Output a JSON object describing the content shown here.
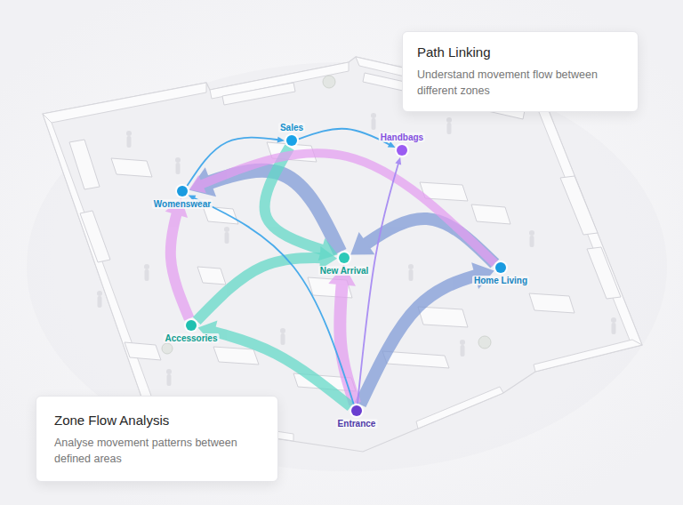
{
  "diagram": {
    "nodes": [
      {
        "text": [
          "Path Linking",
          "Understand movement flow between different zones"
        ]
      },
      {
        "text": [
          "Sales"
        ]
      },
      {
        "text": [
          "Handbags"
        ]
      },
      {
        "text": [
          "Womenswear"
        ]
      },
      {
        "text": [
          "New Arrival"
        ]
      },
      {
        "text": [
          "Home Living"
        ]
      },
      {
        "text": [
          "Accessories"
        ]
      },
      {
        "text": [
          "Zone Flow Analysis",
          "Analyse movement patterns between defined areas"
        ]
      },
      {
        "text": [
          "Entrance"
        ]
      }
    ],
    "edges": [
      {
        "from": 8,
        "to": 6,
        "arrow": "to"
      },
      {
        "from": 8,
        "to": 3,
        "arrow": "to"
      },
      {
        "from": 8,
        "to": 2,
        "arrow": "to"
      },
      {
        "from": 8,
        "to": 5,
        "arrow": "to"
      },
      {
        "from": 8,
        "to": 4,
        "arrow": "to"
      },
      {
        "from": 6,
        "to": 3,
        "arrow": "to"
      },
      {
        "from": 6,
        "to": 4,
        "arrow": "to"
      },
      {
        "from": 4,
        "to": 3,
        "arrow": "to"
      },
      {
        "from": 5,
        "to": 4,
        "arrow": "to"
      },
      {
        "from": 5,
        "to": 3,
        "arrow": "to"
      },
      {
        "from": 1,
        "to": 4,
        "arrow": "to"
      },
      {
        "from": 3,
        "to": 1,
        "arrow": "to"
      },
      {
        "from": 1,
        "to": 2,
        "arrow": "to"
      }
    ]
  }
}
